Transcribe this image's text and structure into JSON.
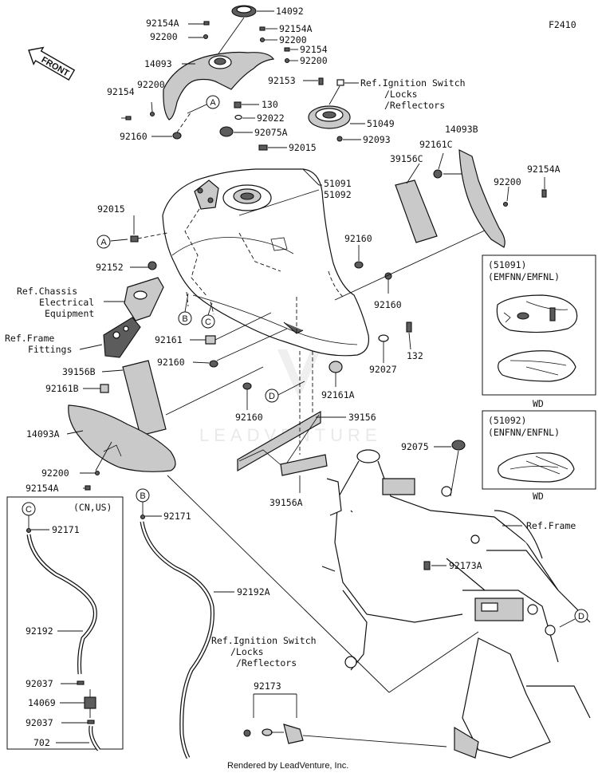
{
  "figure_code": "F2410",
  "front_label": "FRONT",
  "footer": "Rendered by LeadVenture, Inc.",
  "watermark": "LEADVENTURE",
  "labels": {
    "p14092": "14092",
    "p92154A_1": "92154A",
    "p92200_1": "92200",
    "p92154A_2": "92154A",
    "p92200_2": "92200",
    "p92154_1": "92154",
    "p14093": "14093",
    "p92200_3": "92200",
    "p92153": "92153",
    "refIgn1_l1": "Ref.Ignition Switch",
    "refIgn1_l2": "/Locks",
    "refIgn1_l3": "/Reflectors",
    "p92154_2": "92154",
    "p92200_4": "92200",
    "p130": "130",
    "p92022": "92022",
    "p51049": "51049",
    "p92160_1": "92160",
    "p92075A": "92075A",
    "p92093": "92093",
    "p14093B": "14093B",
    "p92015_1": "92015",
    "p92161C": "92161C",
    "p39156C": "39156C",
    "p51091": "51091",
    "p51092": "51092",
    "p92200_5": "92200",
    "p92154A_3": "92154A",
    "p92015_2": "92015",
    "p92160_2": "92160",
    "p92152": "92152",
    "refChassis_l1": "Ref.Chassis",
    "refChassis_l2": "Electrical",
    "refChassis_l3": "Equipment",
    "p92160_3": "92160",
    "refFrameFit_l1": "Ref.Frame",
    "refFrameFit_l2": "Fittings",
    "p92161": "92161",
    "p132": "132",
    "p92160_4": "92160",
    "p92027": "92027",
    "p39156B": "39156B",
    "p92161A": "92161A",
    "p92161B": "92161B",
    "p92160_5": "92160",
    "p39156": "39156",
    "p14093A": "14093A",
    "p92075": "92075",
    "p92200_6": "92200",
    "p39156A": "39156A",
    "p92154A_4": "92154A",
    "refFrame": "Ref.Frame",
    "p92173A": "92173A",
    "cnus": "(CN,US)",
    "p92171_1": "92171",
    "p92171_2": "92171",
    "p92192A": "92192A",
    "p92192": "92192",
    "p92037_1": "92037",
    "p14069": "14069",
    "p92037_2": "92037",
    "p702": "702",
    "refIgn2_l1": "Ref.Ignition Switch",
    "refIgn2_l2": "/Locks",
    "refIgn2_l3": "/Reflectors",
    "p92173": "92173",
    "inset1_title1": "(51091)",
    "inset1_title2": "(EMFNN/EMFNL)",
    "inset1_wd": "WD",
    "inset2_title1": "(51092)",
    "inset2_title2": "(ENFNN/ENFNL)",
    "inset2_wd": "WD"
  },
  "callouts": [
    "A",
    "A",
    "B",
    "C",
    "D",
    "D",
    "C",
    "B"
  ]
}
